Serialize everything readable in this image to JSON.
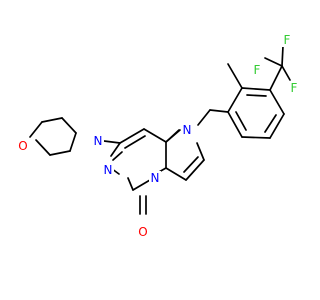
{
  "molecule": {
    "atoms": {
      "o_morpholine": {
        "label": "O",
        "color": "#ff0000"
      },
      "n_morpholine": {
        "label": "N",
        "color": "#0000ff"
      },
      "n_pyrimidine": {
        "label": "N",
        "color": "#0000ff"
      },
      "o_carbonyl": {
        "label": "O",
        "color": "#ff0000"
      },
      "n_bridge": {
        "label": "N",
        "color": "#0000ff"
      },
      "n1_imidazole": {
        "label": "N",
        "color": "#0000ff"
      },
      "f_1": {
        "label": "F",
        "color": "#33cc33"
      },
      "f_2": {
        "label": "F",
        "color": "#33cc33"
      },
      "f_3": {
        "label": "F",
        "color": "#33cc33"
      }
    }
  }
}
